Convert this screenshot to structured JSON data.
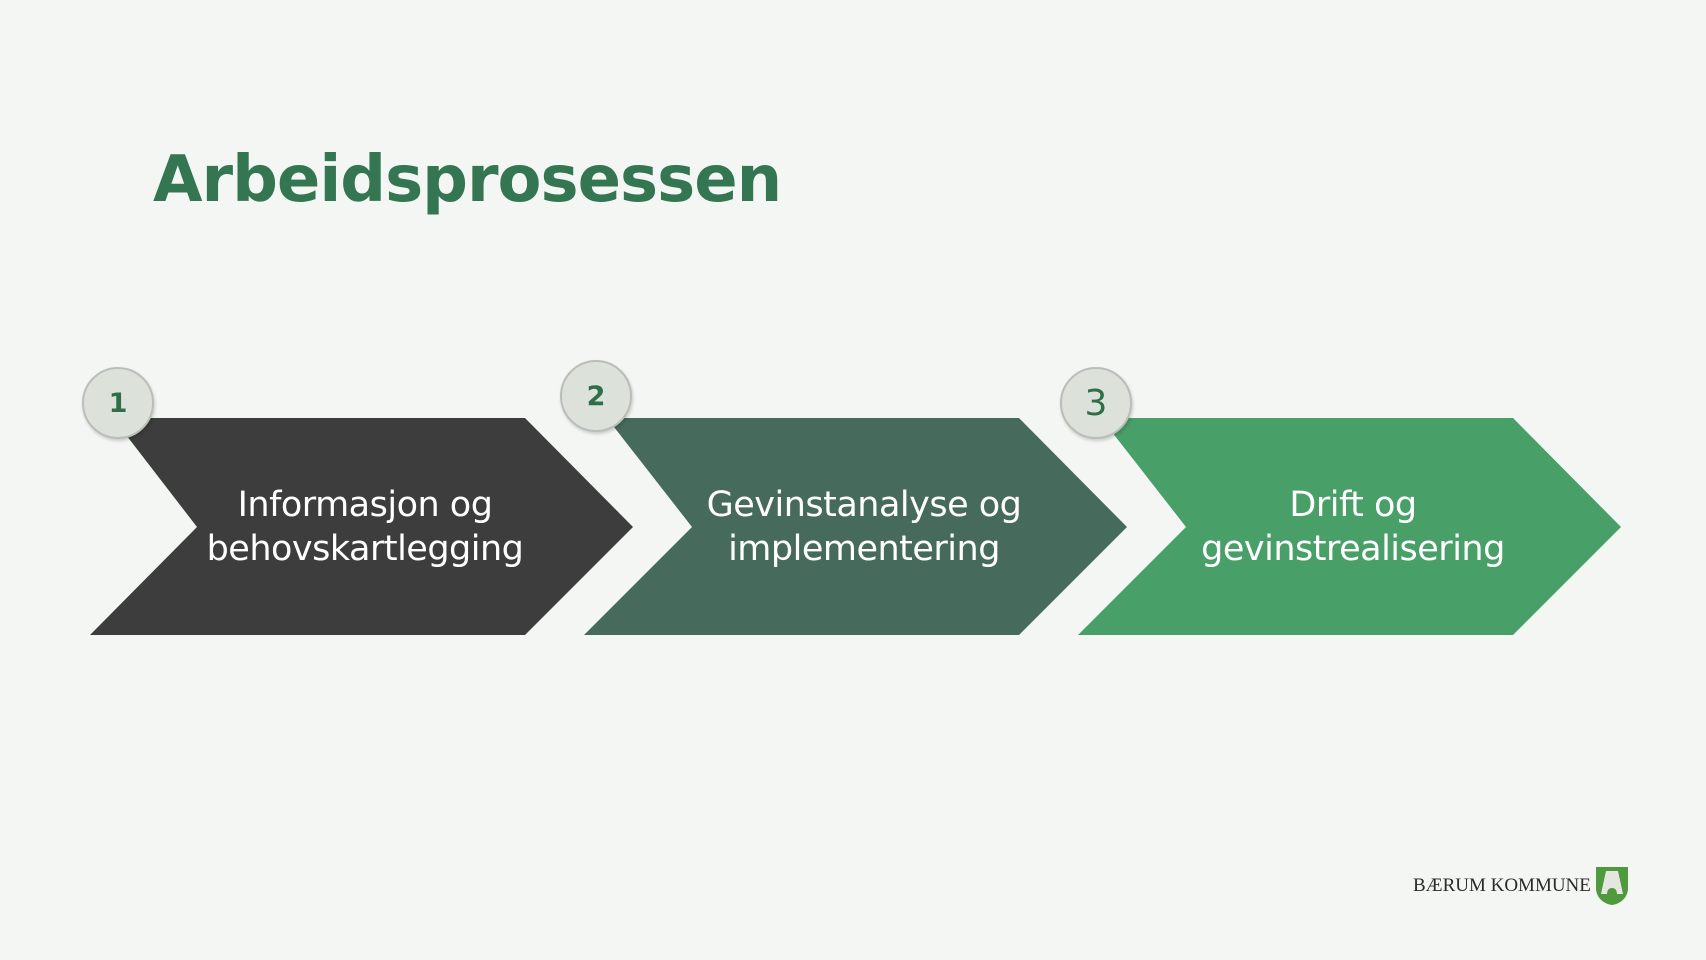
{
  "slide": {
    "title": "Arbeidsprosessen",
    "background": "#f4f6f4"
  },
  "steps": [
    {
      "number": "1",
      "line1": "Informasjon og",
      "line2": "behovskartlegging",
      "color": "#3c3d3c"
    },
    {
      "number": "2",
      "line1": "Gevinstanalyse og",
      "line2": "implementering",
      "color": "#466b5d"
    },
    {
      "number": "3",
      "line1": "Drift og",
      "line2": "gevinstrealisering",
      "color": "#489f68"
    }
  ],
  "footer": {
    "logo_text": "BÆRUM KOMMUNE",
    "logo_icon": "coat-of-arms-shield-icon",
    "logo_color": "#4e9a3c"
  },
  "colors": {
    "title": "#347552",
    "badge_fill": "#dce2da",
    "badge_border": "#b9bfb8",
    "badge_text": "#2e6e48"
  }
}
